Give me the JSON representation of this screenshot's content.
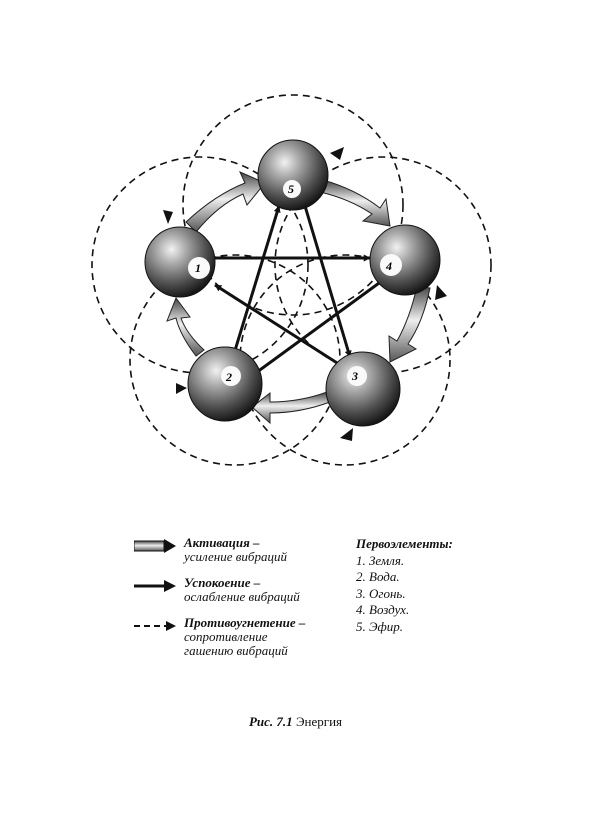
{
  "nodes": [
    {
      "id": "1",
      "label": "1"
    },
    {
      "id": "2",
      "label": "2"
    },
    {
      "id": "3",
      "label": "3"
    },
    {
      "id": "4",
      "label": "4"
    },
    {
      "id": "5",
      "label": "5"
    }
  ],
  "legend": {
    "activation": {
      "title": "Активация –",
      "desc": "усиление вибраций"
    },
    "calming": {
      "title": "Успокоение –",
      "desc": "ослабление вибраций"
    },
    "counter": {
      "title": "Противоугнетение –",
      "desc1": "сопротивление",
      "desc2": "гашению вибраций"
    }
  },
  "elements": {
    "heading": "Первоэлементы:",
    "items": [
      "1. Земля.",
      "2. Вода.",
      "3. Огонь.",
      "4. Воздух.",
      "5. Эфир."
    ]
  },
  "caption": {
    "number": "Рис. 7.1",
    "text": " Энергия"
  }
}
